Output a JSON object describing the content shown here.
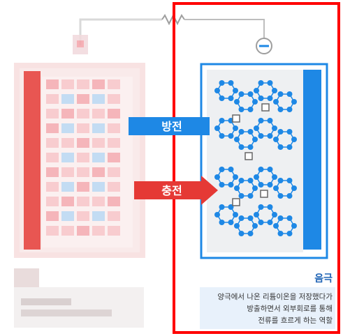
{
  "arrows": {
    "discharge_label": "방전",
    "charge_label": "충전"
  },
  "negative_electrode": {
    "title": "음극",
    "description": [
      "양극에서 나온 리튬이온을 저장했다가",
      "방출하면서 외부회로를 통해",
      "전류를 흐르게 하는 역할"
    ],
    "terminal_symbol": "−"
  },
  "colors": {
    "highlight_frame": "#ff0000",
    "anode_blue": "#1e88e5",
    "discharge_arrow": "#1e88e5",
    "charge_arrow": "#e53935",
    "cathode_red": "#e53935",
    "description_bg": "#e8f1fb"
  }
}
